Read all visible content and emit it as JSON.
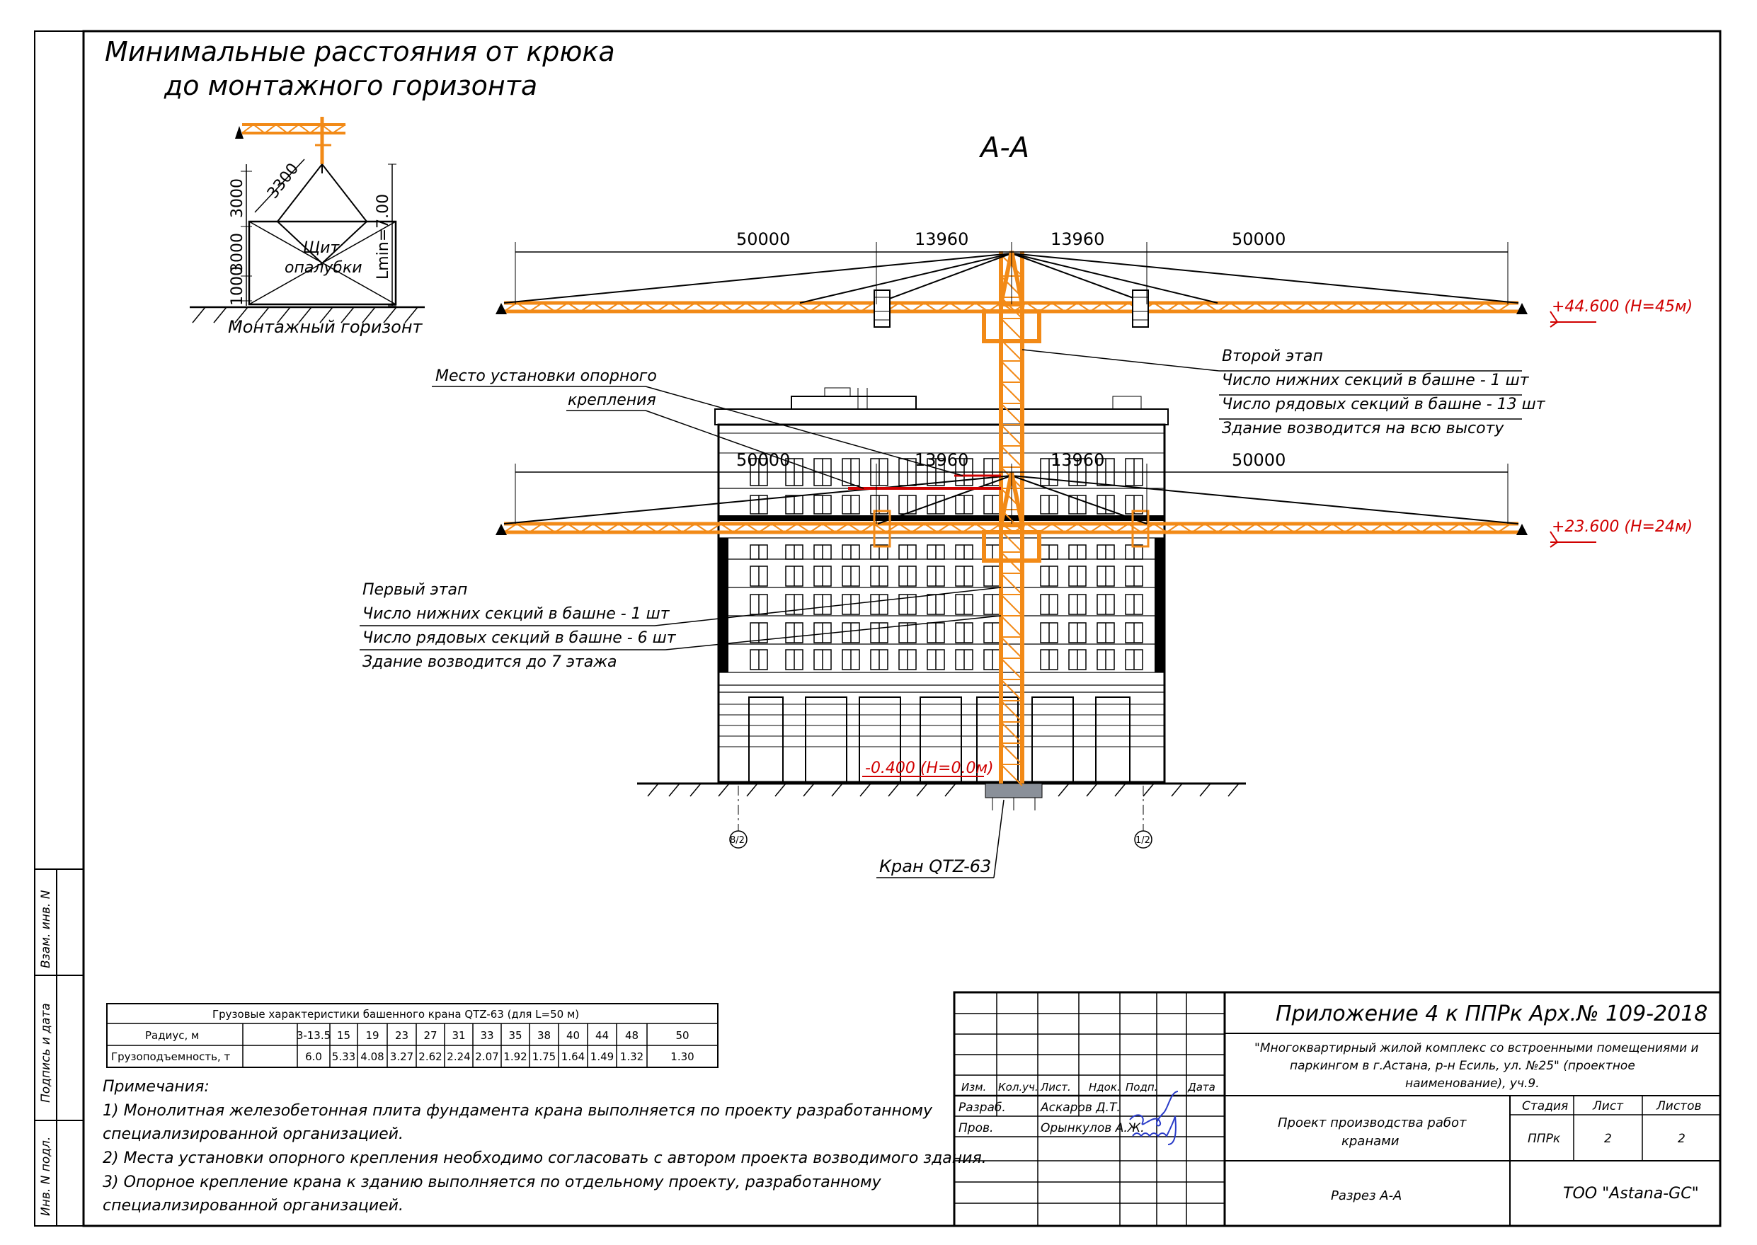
{
  "colors": {
    "crane": "#f28a17",
    "mark": "#d00000",
    "ink": "#000000"
  },
  "detail": {
    "title_line1": "Минимальные расстояния от крюка",
    "title_line2": "до монтажного горизонта",
    "dim_3300": "3300",
    "dim_3000a": "3000",
    "dim_3000b": "3000",
    "dim_1000": "1000",
    "dim_lmin": "Lmin=7.00",
    "shield_line1": "Щит",
    "shield_line2": "опалубки",
    "horizon": "Монтажный горизонт"
  },
  "section": {
    "title": "А-А",
    "upper_dims": [
      "50000",
      "13960",
      "13960",
      "50000"
    ],
    "lower_dims": [
      "50000",
      "13960",
      "13960",
      "50000"
    ],
    "mark_upper": "+44.600 (Н=45м)",
    "mark_lower": "+23.600 (Н=24м)",
    "mark_ground": "-0.400 (Н=0.0м)",
    "axis_left": "8/2",
    "axis_right": "1/2",
    "support_label_line1": "Место установки опорного",
    "support_label_line2": "крепления",
    "crane_label": "Кран  QTZ-63",
    "stage2": [
      "Второй этап",
      "Число нижних секций в башне - 1 шт",
      "Число рядовых секций в башне - 13 шт",
      "Здание возводится на всю высоту"
    ],
    "stage1": [
      "Первый этап",
      "Число нижних секций в башне - 1 шт",
      "Число рядовых секций в башне - 6 шт",
      "Здание возводится до 7 этажа"
    ]
  },
  "side_stamp": [
    "Взам. инв. N",
    "Подпись и дата",
    "Инв. N подл."
  ],
  "load_table": {
    "title": "Грузовые характеристики башенного крана QTZ-63 (для L=50 м)",
    "row1_label": "Радиус, м",
    "row2_label": "Грузоподъемность, т",
    "radius": [
      "3-13.5",
      "15",
      "19",
      "23",
      "27",
      "31",
      "33",
      "35",
      "38",
      "40",
      "44",
      "48",
      "50"
    ],
    "capacity": [
      "6.0",
      "5.33",
      "4.08",
      "3.27",
      "2.62",
      "2.24",
      "2.07",
      "1.92",
      "1.75",
      "1.64",
      "1.49",
      "1.32",
      "1.30"
    ]
  },
  "notes": {
    "title": "Примечания:",
    "lines": [
      "1) Монолитная железобетонная плита фундамента крана выполняется по проекту разработанному",
      "специализированной организацией.",
      "2) Места установки опорного крепления необходимо согласовать с автором проекта возводимого здания.",
      "3) Опорное крепление крана к зданию выполняется по отдельному проекту, разработанному",
      "специализированной организацией."
    ]
  },
  "titleblock": {
    "doc_title": "Приложение 4 к ППРк Арх.№ 109-2018",
    "project_lines": [
      "\"Многоквартирный жилой комплекс со встроенными помещениями и",
      "паркингом в г.Астана, р-н Есиль, ул. №25\" (проектное",
      "наименование), уч.9."
    ],
    "headers": [
      "Изм.",
      "Кол.уч.",
      "Лист.",
      "Ндок.",
      "Подп.",
      "Дата"
    ],
    "role1": "Разраб.",
    "name1": "Аскаров Д.Т.",
    "role2": "Пров.",
    "name2": "Орынкулов А.Ж.",
    "work_title_line1": "Проект производства работ",
    "work_title_line2": "кранами",
    "stage_h": "Стадия",
    "sheet_h": "Лист",
    "sheets_h": "Листов",
    "stage_v": "ППРк",
    "sheet_v": "2",
    "sheets_v": "2",
    "drawing_name": "Разрез А-А",
    "company": "ТОО \"Astana-GC\""
  }
}
